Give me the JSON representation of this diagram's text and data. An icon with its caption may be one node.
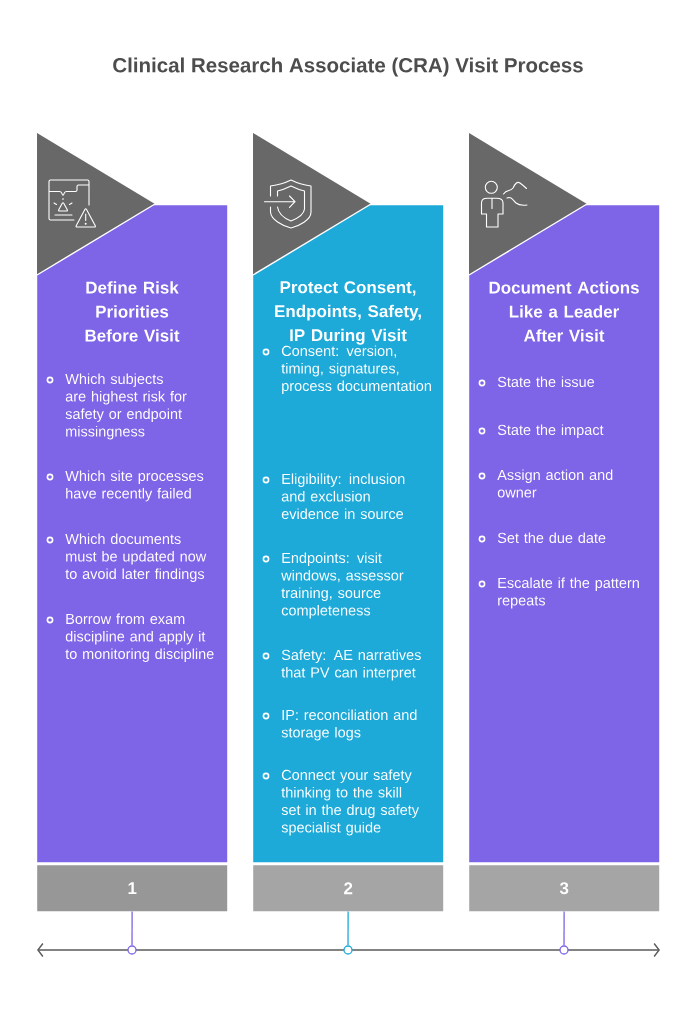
{
  "diagram": {
    "title": "Clinical Research Associate (CRA) Visit Process",
    "nodes": [
      {
        "text": [
          "Define Risk Priorities Before Visit",
          "Which subjects are highest risk for safety or endpoint missingness",
          "Which site processes have recently failed",
          "Which documents must be updated now to avoid later findings",
          "Borrow from exam discipline and apply it to monitoring discipline"
        ]
      },
      {
        "text": [
          "Protect Consent, Endpoints, Safety, IP During Visit",
          "Consent: version, timing, signatures, process documentation",
          "Eligibility: inclusion and exclusion evidence in source",
          "Endpoints: visit windows, assessor training, source completeness",
          "Safety: AE narratives that PV can interpret",
          "IP: reconciliation and storage logs",
          "Connect your safety thinking to the skill set in the drug safety specialist guide"
        ]
      },
      {
        "text": [
          "Document Actions Like a Leader After Visit",
          "State the issue",
          "State the impact",
          "Assign action and owner",
          "Set the due date",
          "Escalate if the pattern repeats"
        ]
      },
      {
        "text": [
          "1"
        ]
      },
      {
        "text": [
          "2"
        ]
      },
      {
        "text": [
          "3"
        ]
      },
      {
        "text": [],
        "shape": "circle"
      },
      {
        "text": [],
        "shape": "circle"
      },
      {
        "text": [],
        "shape": "circle"
      }
    ],
    "edges": [
      {
        "from": 3,
        "to": 6,
        "arrow": "none"
      },
      {
        "from": 4,
        "to": 7,
        "arrow": "none",
        "color": "#1eaad9"
      },
      {
        "from": 5,
        "to": 8,
        "arrow": "none"
      }
    ]
  }
}
